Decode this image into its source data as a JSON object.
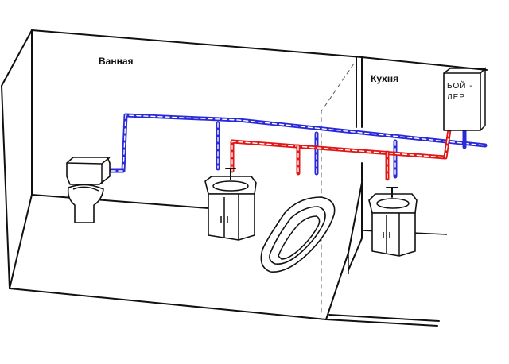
{
  "rooms": {
    "bathroom_label": "Ванная",
    "kitchen_label": "Кухня"
  },
  "boiler": {
    "line1": "БОЙ -",
    "line2": "ЛЕР"
  },
  "colors": {
    "cold_pipe": "#2a2ad8",
    "hot_pipe": "#e01818",
    "outline": "#111111"
  },
  "fixtures": [
    "toilet",
    "bathroom-sink-cabinet",
    "bathtub",
    "kitchen-sink-cabinet",
    "boiler"
  ]
}
